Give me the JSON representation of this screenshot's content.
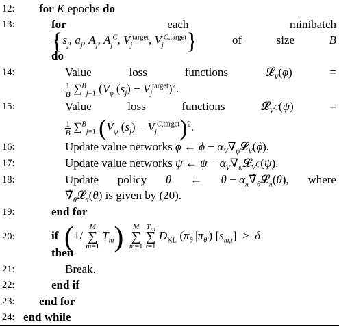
{
  "lines": [
    {
      "num": "12:"
    },
    {
      "num": "13:"
    },
    {
      "num": "14:"
    },
    {
      "num": "15:"
    },
    {
      "num": "16:"
    },
    {
      "num": "17:"
    },
    {
      "num": "18:"
    },
    {
      "num": "19:"
    },
    {
      "num": "20:"
    },
    {
      "num": "21:"
    },
    {
      "num": "22:"
    },
    {
      "num": "23:"
    },
    {
      "num": "24:"
    }
  ],
  "words": {
    "for": "for",
    "do": "do",
    "epochs": "epochs",
    "each": "each",
    "minibatch": "minibatch",
    "of": "of",
    "size": "size",
    "value": "Value",
    "loss": "loss",
    "functions": "functions",
    "update_value": "Update value networks",
    "update": "Update",
    "policy": "policy",
    "where": "where",
    "is_given_by": "is given by (20).",
    "end_for": "end for",
    "if": "if",
    "then": "then",
    "break": "Break.",
    "end_if": "end if",
    "end_while": "end while"
  }
}
